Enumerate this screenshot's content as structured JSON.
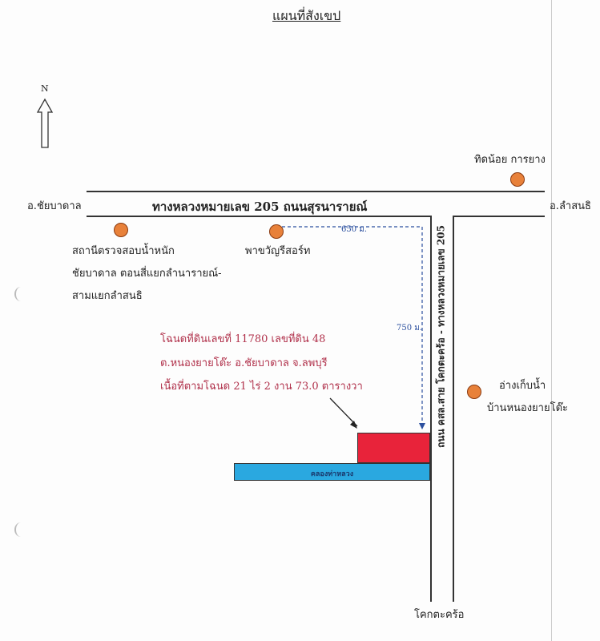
{
  "title": "แผนที่สังเขป",
  "north_label": "N",
  "highway_label": "ทางหลวงหมายเลข 205 ถนนสุรนารายณ์",
  "west_label": "อ.ชัยบาดาล",
  "east_label": "อ.ลำสนธิ",
  "side_road_label": "ถนน คสล.สาย โคกตะคร้อ - ทางหลวงหมายเลข 205",
  "south_label": "โคกตะคร้อ",
  "distance_h": "650 ม.",
  "distance_v": "750 ม.",
  "landmarks": {
    "tidnoi": "ทิดน้อย การยาง",
    "weigh_station": [
      "สถานีตรวจสอบน้ำหนัก",
      "ชัยบาดาล ตอนสี่แยกลำนารายณ์-",
      "สามแยกลำสนธิ"
    ],
    "resort": "พาขวัญรีสอร์ท",
    "reservoir": [
      "อ่างเก็บน้ำ",
      "บ้านหนองยายโต๊ะ"
    ]
  },
  "parcel_info": [
    "โฉนดที่ดินเลขที่ 11780 เลขที่ดิน 48",
    "ต.หนองยายโต๊ะ อ.ชัยบาดาล จ.ลพบุรี",
    "เนื้อที่ตามโฉนด 21 ไร่ 2 งาน 73.0 ตารางวา"
  ],
  "canal_label": "คลองท่าหลวง",
  "colors": {
    "parcel": "#e8233a",
    "canal": "#2aa8e0",
    "marker": "#e8813a",
    "note": "#b0304a",
    "dash": "#2b4f9e"
  }
}
